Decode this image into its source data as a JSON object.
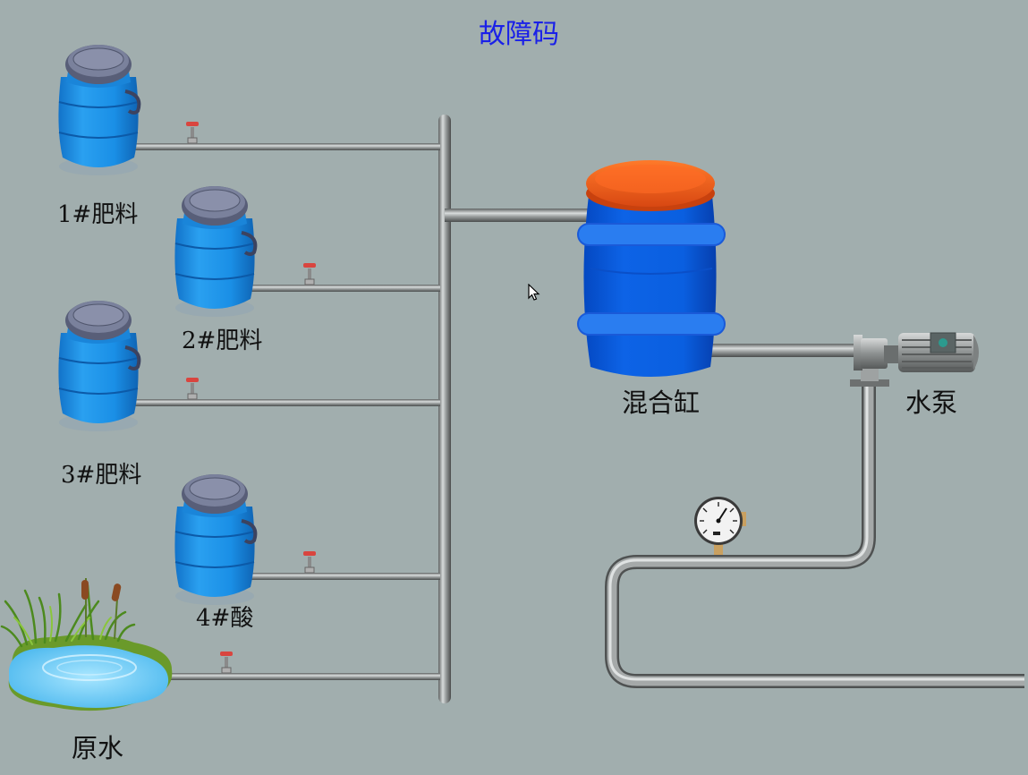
{
  "page": {
    "title": "故障码"
  },
  "labels": {
    "fertilizer1": "1#肥料",
    "fertilizer2": "2#肥料",
    "fertilizer3": "3#肥料",
    "acid4": "4#酸",
    "raw_water": "原水",
    "mixing_tank": "混合缸",
    "water_pump": "水泵"
  },
  "colors": {
    "background": "#a1aeae",
    "title": "#1a20e8",
    "barrel_blue": "#1f8fe6",
    "mixing_tank_body": "#0a5fe0",
    "mixing_tank_lid": "#f05a1e",
    "pipe": "#8d9090"
  },
  "icons": {
    "barrel": "plastic-barrel-icon",
    "valve": "valve-icon",
    "pump": "water-pump-icon",
    "gauge": "pressure-gauge-icon",
    "pond": "pond-icon",
    "cursor": "mouse-cursor-icon"
  }
}
